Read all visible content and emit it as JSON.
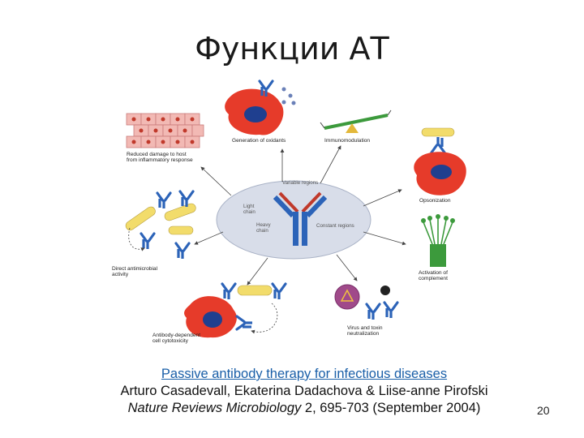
{
  "slide": {
    "title": "Функции АТ",
    "page_number": "20"
  },
  "diagram": {
    "center_labels": {
      "variable": "Variable regions",
      "light": [
        "Light",
        "chain"
      ],
      "heavy": [
        "Heavy",
        "chain"
      ],
      "constant": "Constant regions"
    },
    "functions": {
      "oxidants": [
        "Generation of oxidants"
      ],
      "immunomodulation": [
        "Immunomodulation"
      ],
      "opsonization": [
        "Opsonization"
      ],
      "complement": [
        "Activation of",
        "complement"
      ],
      "virus_toxin": [
        "Virus and toxin",
        "neutralization"
      ],
      "adcc": [
        "Antibody-dependent",
        "cell cytotoxicity"
      ],
      "antimicrobial": [
        "Direct antimicrobial",
        "activity"
      ],
      "reduced_damage": [
        "Reduced damage to host",
        "from inflammatory response"
      ]
    }
  },
  "citation": {
    "link_text": "Passive antibody therapy for infectious diseases",
    "authors": "Arturo Casadevall, Ekaterina Dadachova & Liise-anne Pirofski",
    "journal": "Nature Reviews Microbiology",
    "volume": "2",
    "details": ", 695-703 (September 2004)"
  },
  "colors": {
    "cell_red": "#e63b2a",
    "nucleus_blue": "#1f3f8f",
    "ellipse_fill": "#d8dde9",
    "antibody_blue": "#2c63b8",
    "bacteria_yellow": "#f2dc6b",
    "complement_green": "#3c9a3c",
    "link_blue": "#1a5fa8"
  }
}
